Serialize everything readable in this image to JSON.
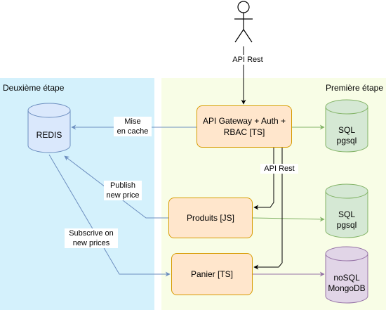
{
  "regions": {
    "left_title": "Deuxième étape",
    "right_title": "Première étape"
  },
  "nodes": {
    "gateway": "API Gateway + Auth + RBAC [TS]",
    "produits": "Produits [JS]",
    "panier": "Panier [TS]",
    "redis": "REDIS",
    "sql_1": "SQL\npgsql",
    "sql_2": "SQL\npgsql",
    "nosql": "noSQL\nMongoDB"
  },
  "edges": {
    "actor_to_gateway": "API Rest",
    "gateway_to_redis": "Mise\nen cache",
    "produits_to_redis": "Publish\nnew price",
    "redis_to_panier": "Subscrive on\nnew prices",
    "gateway_to_services": "API Rest"
  },
  "colors": {
    "service_fill": "#ffe6cc",
    "service_border": "#d79b00",
    "redis_fill": "#dae8fc",
    "redis_border": "#6c8ebf",
    "sql_fill": "#d5e8d4",
    "sql_border": "#82b366",
    "nosql_fill": "#e1d5e7",
    "nosql_border": "#9673a6",
    "left_region": "#d4f1fc",
    "right_region": "#f8fde6"
  }
}
